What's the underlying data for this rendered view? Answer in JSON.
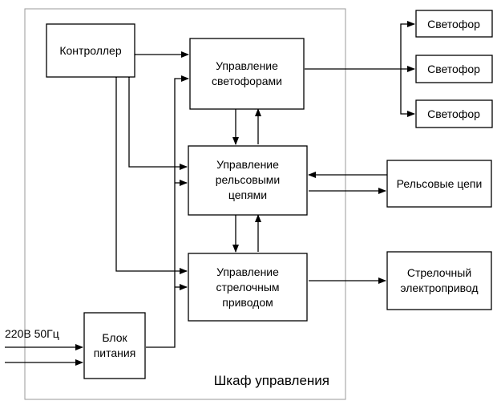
{
  "cabinet": {
    "label": "Шкаф управления"
  },
  "controller": {
    "label": "Контроллер"
  },
  "signals_control": {
    "line1": "Управление",
    "line2": "светофорами"
  },
  "track_control": {
    "line1": "Управление",
    "line2": "рельсовыми",
    "line3": "цепями"
  },
  "switch_control": {
    "line1": "Управление",
    "line2": "стрелочным",
    "line3": "приводом"
  },
  "power_unit": {
    "line1": "Блок",
    "line2": "питания"
  },
  "power_input": {
    "label": "220В 50Гц"
  },
  "traffic_lights": [
    {
      "label": "Светофор"
    },
    {
      "label": "Светофор"
    },
    {
      "label": "Светофор"
    }
  ],
  "track_circuits": {
    "label": "Рельсовые цепи"
  },
  "switch_drive": {
    "line1": "Стрелочный",
    "line2": "электропривод"
  }
}
